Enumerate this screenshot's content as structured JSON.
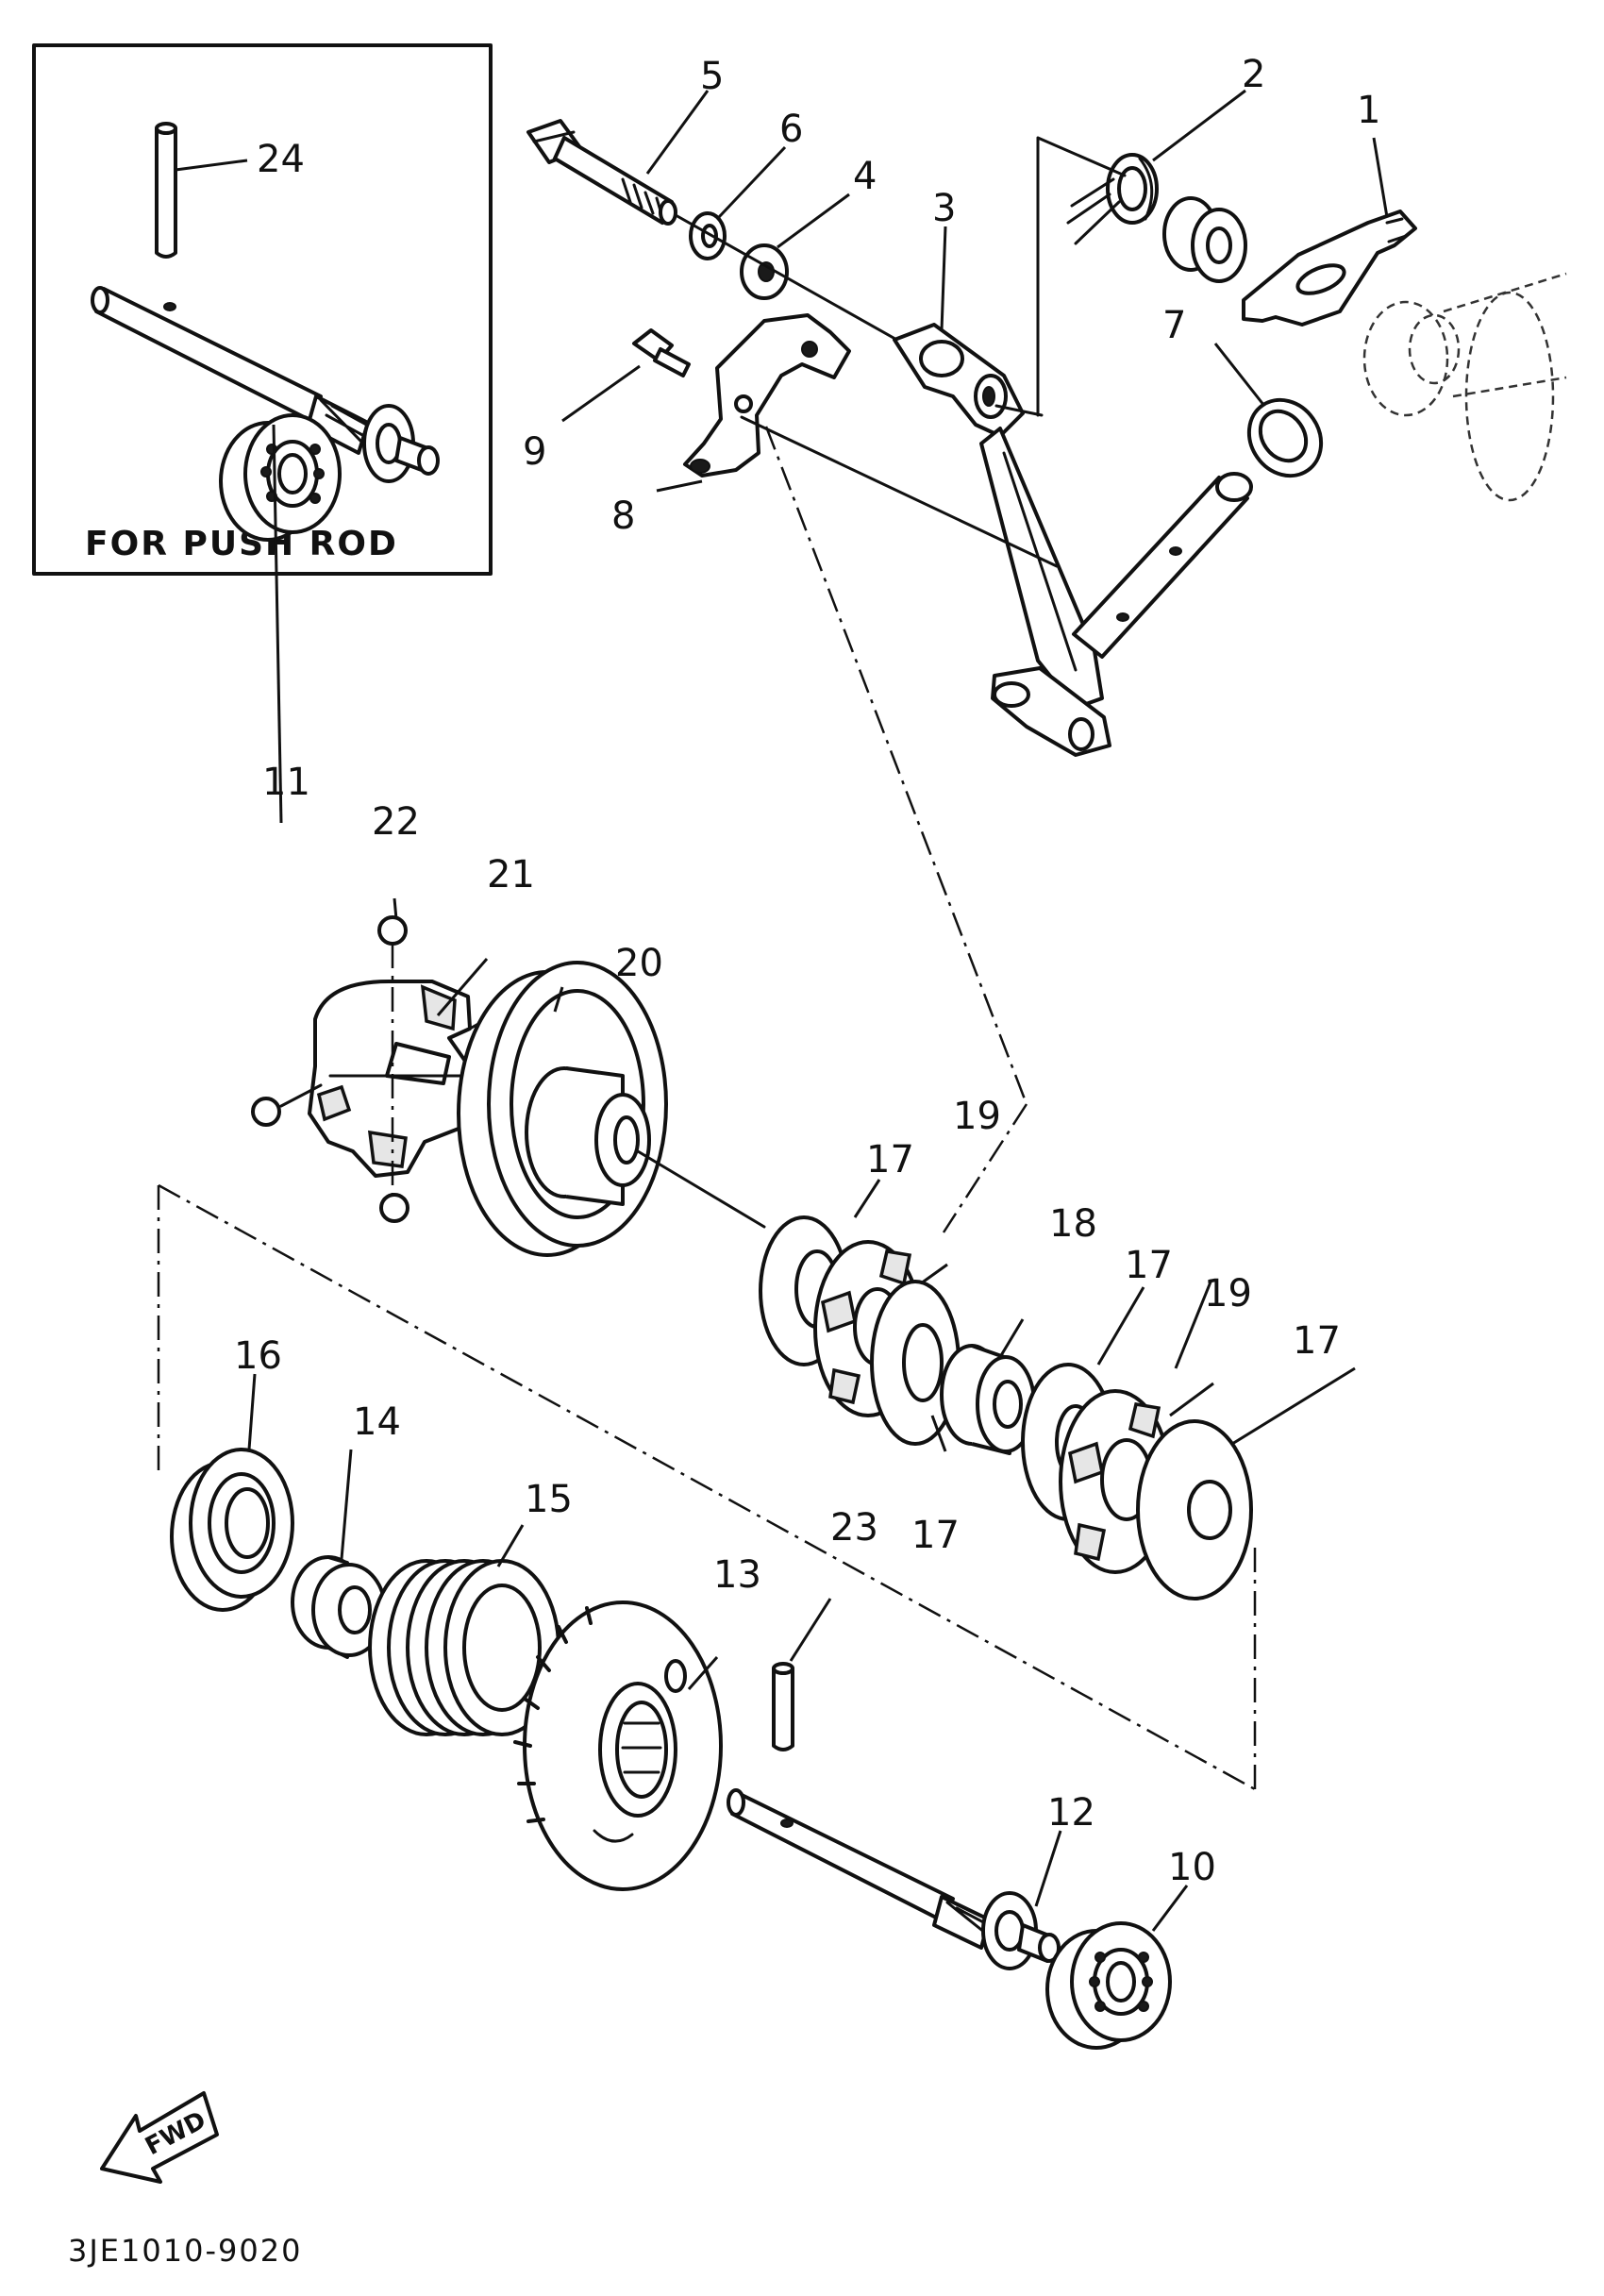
{
  "inset": {
    "caption": "FOR PUSH ROD"
  },
  "part_labels": [
    {
      "id": "1",
      "text": "1"
    },
    {
      "id": "2",
      "text": "2"
    },
    {
      "id": "3",
      "text": "3"
    },
    {
      "id": "4",
      "text": "4"
    },
    {
      "id": "5",
      "text": "5"
    },
    {
      "id": "6",
      "text": "6"
    },
    {
      "id": "7",
      "text": "7"
    },
    {
      "id": "8",
      "text": "8"
    },
    {
      "id": "9",
      "text": "9"
    },
    {
      "id": "10",
      "text": "10"
    },
    {
      "id": "11",
      "text": "11"
    },
    {
      "id": "12",
      "text": "12"
    },
    {
      "id": "13",
      "text": "13"
    },
    {
      "id": "14",
      "text": "14"
    },
    {
      "id": "15",
      "text": "15"
    },
    {
      "id": "16",
      "text": "16"
    },
    {
      "id": "17a",
      "text": "17"
    },
    {
      "id": "17b",
      "text": "17"
    },
    {
      "id": "17c",
      "text": "17"
    },
    {
      "id": "17d",
      "text": "17"
    },
    {
      "id": "18",
      "text": "18"
    },
    {
      "id": "19a",
      "text": "19"
    },
    {
      "id": "19b",
      "text": "19"
    },
    {
      "id": "20",
      "text": "20"
    },
    {
      "id": "21",
      "text": "21"
    },
    {
      "id": "22",
      "text": "22"
    },
    {
      "id": "23",
      "text": "23"
    },
    {
      "id": "24",
      "text": "24"
    }
  ],
  "fwd_label": "FWD",
  "drawing_code": "3JE1010-9020"
}
